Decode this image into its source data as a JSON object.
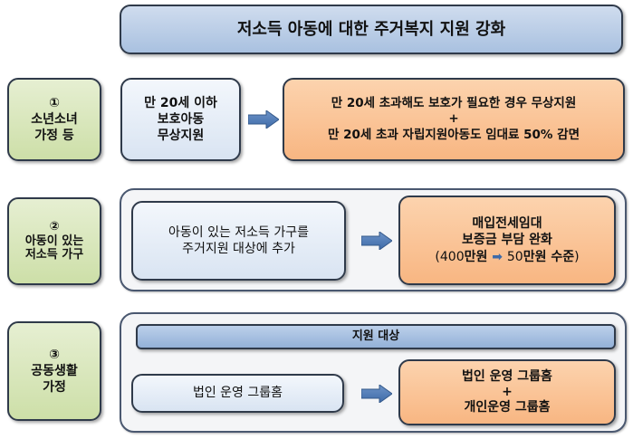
{
  "title": "저소득 아동에 대한 주거복지 지원 강화",
  "rows": [
    {
      "category": [
        "①",
        "소년소녀",
        "가정 등"
      ],
      "before": [
        "만 20세 이하",
        "보호아동",
        "무상지원"
      ],
      "after": [
        "만 20세 초과해도 보호가 필요한 경우 무상지원",
        "+",
        "만 20세 초과 자립지원아동도 임대료 50% 감면"
      ]
    },
    {
      "category": [
        "②",
        "아동이 있는",
        "저소득 가구"
      ],
      "before": [
        "아동이 있는 저소득 가구를",
        "주거지원 대상에 추가"
      ],
      "after": [
        "매입전세임대",
        "보증금 부담 완화"
      ],
      "after_detail": {
        "open": "(400",
        "unit1": "만원",
        "to": "50",
        "unit2": "만원 수준",
        "close": ")"
      }
    },
    {
      "category": [
        "③",
        "공동생활",
        "가정"
      ],
      "bar": "지원 대상",
      "before": [
        "법인 운영 그룹홈"
      ],
      "after": [
        "법인 운영 그룹홈",
        "+",
        "개인운영 그룹홈"
      ]
    }
  ],
  "colors": {
    "green": "#d7e4bd",
    "blue": "#dce6f2",
    "orange": "#fac090",
    "title": "#b9cde5"
  }
}
